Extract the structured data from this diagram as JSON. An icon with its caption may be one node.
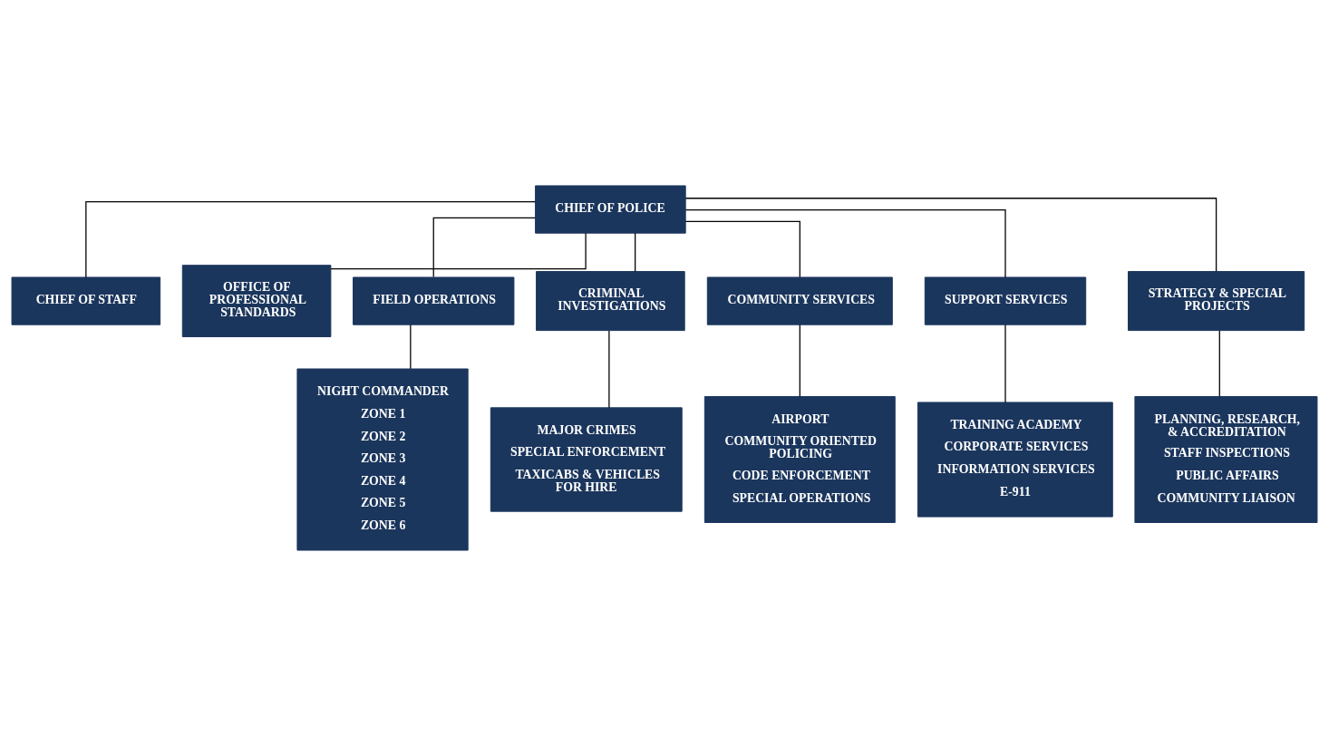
{
  "diagram": {
    "nodes": [
      {
        "text": [
          "CHIEF OF POLICE"
        ]
      },
      {
        "text": [
          "CHIEF OF STAFF"
        ]
      },
      {
        "text": [
          "OFFICE OF PROFESSIONAL STANDARDS"
        ]
      },
      {
        "text": [
          "FIELD OPERATIONS"
        ]
      },
      {
        "text": [
          "CRIMINAL INVESTIGATIONS"
        ]
      },
      {
        "text": [
          "COMMUNITY SERVICES"
        ]
      },
      {
        "text": [
          "SUPPORT SERVICES"
        ]
      },
      {
        "text": [
          "STRATEGY & SPECIAL PROJECTS"
        ]
      },
      {
        "text": [
          "NIGHT COMMANDER",
          "ZONE 1",
          "ZONE 2",
          "ZONE 3",
          "ZONE 4",
          "ZONE 5",
          "ZONE 6"
        ]
      },
      {
        "text": [
          "MAJOR CRIMES",
          "SPECIAL ENFORCEMENT",
          "TAXICABS & VEHICLES FOR HIRE"
        ]
      },
      {
        "text": [
          "AIRPORT",
          "COMMUNITY ORIENTED POLICING",
          "CODE ENFORCEMENT",
          "SPECIAL OPERATIONS"
        ]
      },
      {
        "text": [
          "TRAINING ACADEMY",
          "CORPORATE SERVICES",
          "INFORMATION SERVICES",
          "E-911"
        ]
      },
      {
        "text": [
          "PLANNING, RESEARCH, & ACCREDITATION",
          "STAFF INSPECTIONS",
          "PUBLIC AFFAIRS",
          "COMMUNITY LIAISON"
        ]
      }
    ],
    "edges": [
      {
        "from": 0,
        "to": 1,
        "arrow": "none"
      },
      {
        "from": 0,
        "to": 2,
        "arrow": "none"
      },
      {
        "from": 0,
        "to": 3,
        "arrow": "none"
      },
      {
        "from": 0,
        "to": 4,
        "arrow": "none"
      },
      {
        "from": 0,
        "to": 5,
        "arrow": "none"
      },
      {
        "from": 0,
        "to": 6,
        "arrow": "none"
      },
      {
        "from": 0,
        "to": 7,
        "arrow": "none"
      },
      {
        "from": 3,
        "to": 8,
        "arrow": "none"
      },
      {
        "from": 4,
        "to": 9,
        "arrow": "none"
      },
      {
        "from": 5,
        "to": 10,
        "arrow": "none"
      },
      {
        "from": 6,
        "to": 11,
        "arrow": "none"
      },
      {
        "from": 7,
        "to": 12,
        "arrow": "none"
      }
    ]
  }
}
